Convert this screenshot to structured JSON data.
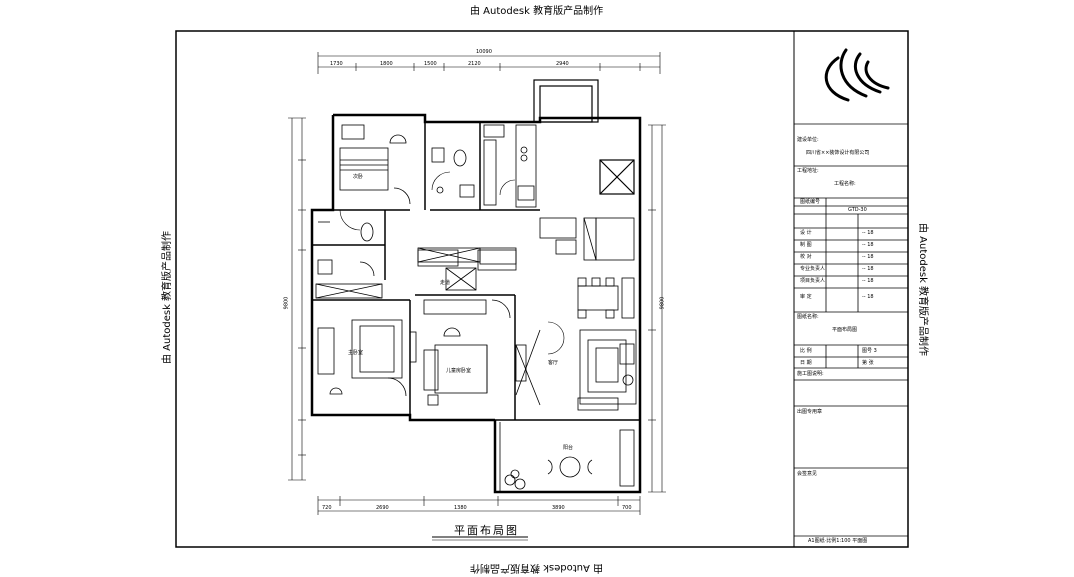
{
  "watermark": "由 Autodesk 教育版产品制作",
  "drawing_title": "平面布局图",
  "title_block": {
    "client_label": "建设单位:",
    "company": "四川省××装饰设计有限公司",
    "project_label": "工程地址:",
    "project_name": "工程名称:",
    "drawing_no_label": "图纸编号",
    "drawing_no": "GTD-30",
    "rows": [
      {
        "label": "设 计",
        "value": "-- 18"
      },
      {
        "label": "制 图",
        "value": "-- 18"
      },
      {
        "label": "校 对",
        "value": "-- 18"
      },
      {
        "label": "专业负责人",
        "value": "-- 18"
      },
      {
        "label": "项目负责人",
        "value": "-- 18"
      },
      {
        "label": "审 定",
        "value": "-- 18"
      }
    ],
    "sheet_title_label": "图纸名称:",
    "sheet_title": "平面布局图",
    "scale_label": "比 例",
    "scale_value": "图号 3",
    "date_label": "日 期",
    "date_value": "第 张",
    "remark_label": "施工图说明:",
    "stamp_label": "出图专用章",
    "sign_label": "会签意见",
    "footer": "A1图纸·比例1:100 平面图"
  },
  "rooms": {
    "bedroom_top": "次卧",
    "bedroom_left": "主卧室",
    "bedroom_mid": "儿童房卧室",
    "living": "客厅",
    "hall": "走道",
    "balcony": "阳台"
  },
  "dimensions": {
    "top_total": "10090",
    "top_segments": [
      "1730",
      "1800",
      "1500",
      "2120",
      "2940"
    ],
    "bottom_segments": [
      "720",
      "2690",
      "1380",
      "3890",
      "700"
    ],
    "left_total": "9800",
    "right_total": "9800"
  }
}
